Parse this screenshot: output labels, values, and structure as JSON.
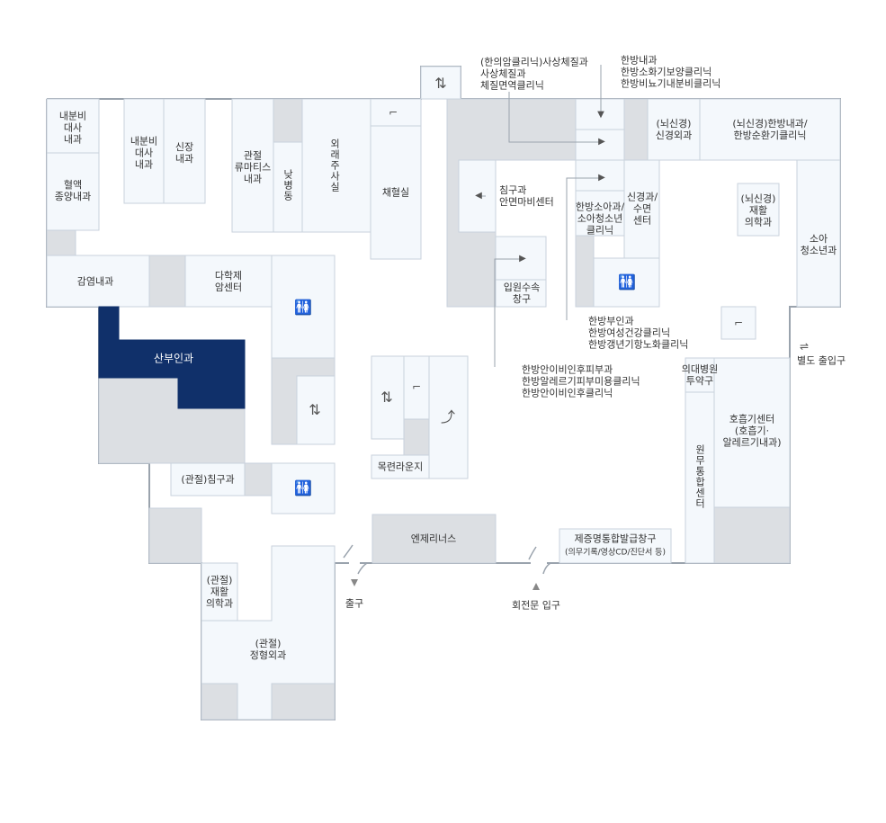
{
  "rooms": {
    "endocrine_left": "내분비\n대사\n내과",
    "hematology": "혈액\n종양내과",
    "endocrine": "내분비\n대사\n내과",
    "nephrology": "신장\n내과",
    "rheumatology": "관절\n류마티스\n내과",
    "day_ward": "낮병동",
    "outpatient_office": "외래주사실",
    "blood_collection": "채혈실",
    "infectious": "감염내과",
    "cancer_center": "다학제\n암센터",
    "obgyn": "산부인과",
    "joint_acupuncture": "(관절)침구과",
    "joint_rehab": "(관절)\n재활\n의학과",
    "joint_ortho": "(관절)\n정형외과",
    "lounge": "목련라운지",
    "angelinus": "엔제리너스",
    "certificate": "제증명통합발급창구",
    "certificate_sub": "(의무기록/영상CD/진단서 등)",
    "acupuncture": "침구과\n안면마비센터",
    "admission": "입원수속\n창구",
    "kpediatrics": "한방소아과/\n소아청소년\n클리닉",
    "neuro_sleep": "신경과/\n수면\n센터",
    "neurosurgery": "(뇌신경)\n신경외과",
    "neuro_kmed": "(뇌신경)한방내과/\n한방순환기클리닉",
    "neuro_rehab": "(뇌신경)\n재활\n의학과",
    "pediatrics": "소아\n청소년과",
    "pharmacy": "의대병원\n투약구",
    "respiratory": "호흡기센터\n(호흡기·\n알레르기내과)",
    "integrated": "원무통합센터"
  },
  "callouts": {
    "constitution": "(한의암클리닉)사상체질과\n사상체질과\n체질면역클리닉",
    "kinternal": "한방내과\n한방소화기보양클리닉\n한방비뇨기내분비클리닉",
    "kgyn": "한방부인과\n한방여성건강클리닉\n한방갱년기항노화클리닉",
    "kderm": "한방안이비인후피부과\n한방알레르기피부미용클리닉\n한방안이비인후클리닉"
  },
  "entrances": {
    "separate": "별도 출입구",
    "exit": "출구",
    "revolving": "회전문 입구"
  },
  "icons": {
    "restroom": "restroom-icon",
    "elevator": "elevator-icon",
    "stairs": "stairs-icon",
    "escalator": "escalator-icon",
    "entrance_arrow": "entrance-arrow-icon"
  },
  "colors": {
    "highlight": "#10306a",
    "room_fill": "#f4f8fc",
    "service_fill": "#dcdfe3"
  }
}
